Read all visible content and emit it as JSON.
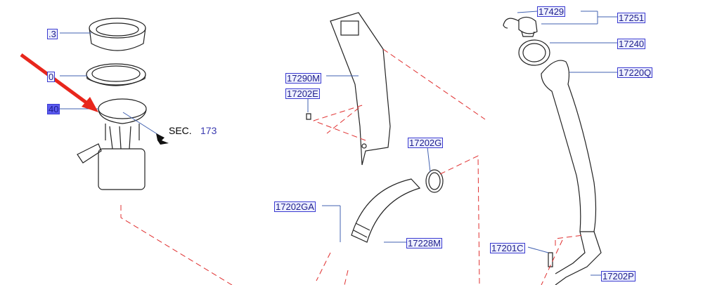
{
  "labels": {
    "l3": ".3",
    "l0": "0",
    "l40": "40",
    "p17290M": "17290M",
    "p17202E": "17202E",
    "p17202G": "17202G",
    "p17202GA": "17202GA",
    "p17228M": "17228M",
    "p17201C": "17201C",
    "p17202P": "17202P",
    "p17429": "17429",
    "p17251": "17251",
    "p17240": "17240",
    "p17220Q": "17220Q"
  },
  "section_ref": {
    "prefix": "SEC.",
    "number": "173"
  },
  "colors": {
    "label_border": "#3a3ad0",
    "label_text": "#1c1c8a",
    "dash": "#e03030",
    "arrow": "#e8261c"
  }
}
